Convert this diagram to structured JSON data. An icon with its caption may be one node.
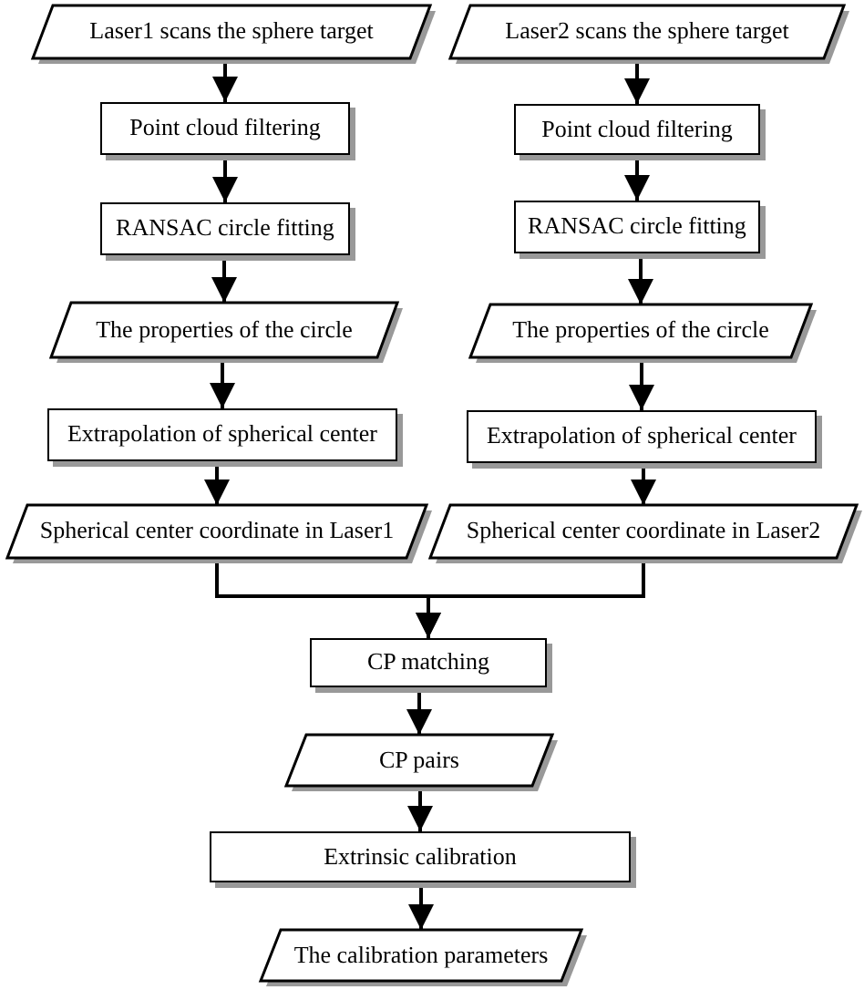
{
  "diagram": {
    "nodes": [
      {
        "text": [
          "Laser1 scans the sphere target"
        ]
      },
      {
        "text": [
          "Point cloud filtering"
        ]
      },
      {
        "text": [
          "RANSAC circle fitting"
        ]
      },
      {
        "text": [
          "The properties of the circle"
        ]
      },
      {
        "text": [
          "Extrapolation of spherical center"
        ]
      },
      {
        "text": [
          "Spherical center coordinate in Laser1"
        ]
      },
      {
        "text": [
          "Laser2 scans the sphere target"
        ]
      },
      {
        "text": [
          "Point cloud filtering"
        ]
      },
      {
        "text": [
          "RANSAC circle fitting"
        ]
      },
      {
        "text": [
          "The properties of the circle"
        ]
      },
      {
        "text": [
          "Extrapolation of spherical center"
        ]
      },
      {
        "text": [
          "Spherical center coordinate in Laser2"
        ]
      },
      {
        "text": [
          "CP matching"
        ]
      },
      {
        "text": [
          "CP pairs"
        ]
      },
      {
        "text": [
          "Extrinsic calibration"
        ]
      },
      {
        "text": [
          "The calibration parameters"
        ]
      }
    ],
    "edges": [
      {
        "from": 0,
        "to": 1,
        "arrow": "to"
      },
      {
        "from": 1,
        "to": 2,
        "arrow": "to"
      },
      {
        "from": 2,
        "to": 3,
        "arrow": "to"
      },
      {
        "from": 3,
        "to": 4,
        "arrow": "to"
      },
      {
        "from": 4,
        "to": 5,
        "arrow": "to"
      },
      {
        "from": 6,
        "to": 7,
        "arrow": "to"
      },
      {
        "from": 7,
        "to": 8,
        "arrow": "to"
      },
      {
        "from": 8,
        "to": 9,
        "arrow": "to"
      },
      {
        "from": 9,
        "to": 10,
        "arrow": "to"
      },
      {
        "from": 10,
        "to": 11,
        "arrow": "to"
      },
      {
        "from": 5,
        "to": 12,
        "arrow": "to"
      },
      {
        "from": 11,
        "to": 12,
        "arrow": "to"
      },
      {
        "from": 12,
        "to": 13,
        "arrow": "to"
      },
      {
        "from": 13,
        "to": 14,
        "arrow": "to"
      },
      {
        "from": 14,
        "to": 15,
        "arrow": "to"
      }
    ]
  }
}
